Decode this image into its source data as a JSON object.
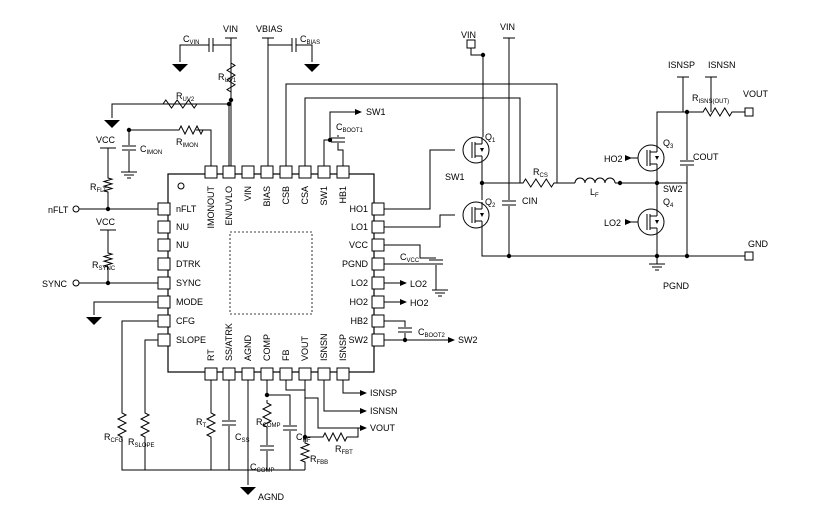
{
  "ic": {
    "top_pins": [
      "IMONOUT",
      "EN/UVLO",
      "VIN",
      "BIAS",
      "CSB",
      "CSA",
      "SW1",
      "HB1"
    ],
    "left_pins": [
      "nFLT",
      "NU",
      "NU",
      "DTRK",
      "SYNC",
      "MODE",
      "CFG",
      "SLOPE"
    ],
    "right_pins": [
      "HO1",
      "LO1",
      "VCC",
      "PGND",
      "LO2",
      "HO2",
      "HB2",
      "SW2"
    ],
    "bottom_pins": [
      "RT",
      "SS/ATRK",
      "AGND",
      "COMP",
      "FB",
      "VOUT",
      "ISNSN",
      "ISNSP"
    ]
  },
  "nets": {
    "vin_top": "VIN",
    "vbias_top": "VBIAS",
    "vcc_a": "VCC",
    "vcc_b": "VCC",
    "nflt": "nFLT",
    "sync": "SYNC",
    "sw1_arrow": "SW1",
    "lo2_arrow": "LO2",
    "ho2_arrow": "HO2",
    "sw2_arrow": "SW2",
    "isnsp_arrow": "ISNSP",
    "isnsn_arrow": "ISNSN",
    "vout_arrow": "VOUT",
    "agnd": "AGND",
    "vin_pwr_a": "VIN",
    "vin_pwr_b": "VIN",
    "isnsp_top": "ISNSP",
    "isnsn_top": "ISNSN",
    "vout_out": "VOUT",
    "sw1_node": "SW1",
    "sw2_node": "SW2",
    "ho2_q3": "HO2",
    "lo2_q4": "LO2",
    "gnd": "GND",
    "pgnd": "PGND"
  },
  "parts": {
    "c_vin": {
      "main": "C",
      "sub": "VIN"
    },
    "c_bias": {
      "main": "C",
      "sub": "BIAS"
    },
    "r_uv1": {
      "main": "R",
      "sub": "UV1"
    },
    "r_uv2": {
      "main": "R",
      "sub": "UV2"
    },
    "r_imon": {
      "main": "R",
      "sub": "IMON"
    },
    "c_imon": {
      "main": "C",
      "sub": "IMON"
    },
    "r_flt": {
      "main": "R",
      "sub": "FLT"
    },
    "r_sync": {
      "main": "R",
      "sub": "SYNC"
    },
    "c_boot1": {
      "main": "C",
      "sub": "BOOT1"
    },
    "c_vcc": {
      "main": "C",
      "sub": "VCC"
    },
    "c_boot2": {
      "main": "C",
      "sub": "BOOT2"
    },
    "r_cfg": {
      "main": "R",
      "sub": "CFG"
    },
    "r_slope": {
      "main": "R",
      "sub": "SLOPE"
    },
    "r_t": {
      "main": "R",
      "sub": "T"
    },
    "c_ss": {
      "main": "C",
      "sub": "SS"
    },
    "r_comp": {
      "main": "R",
      "sub": "COMP"
    },
    "c_comp": {
      "main": "C",
      "sub": "COMP"
    },
    "c_hf": {
      "main": "C",
      "sub": "HF"
    },
    "r_fbt": {
      "main": "R",
      "sub": "FBT"
    },
    "r_fbb": {
      "main": "R",
      "sub": "FBB"
    },
    "q1": {
      "main": "Q",
      "sub": "1"
    },
    "q2": {
      "main": "Q",
      "sub": "2"
    },
    "q3": {
      "main": "Q",
      "sub": "3"
    },
    "q4": {
      "main": "Q",
      "sub": "4"
    },
    "r_cs": {
      "main": "R",
      "sub": "CS"
    },
    "l_f": {
      "main": "L",
      "sub": "F"
    },
    "r_isns": {
      "main": "R",
      "sub": "ISNS(OUT)"
    },
    "cin": {
      "main": "CIN",
      "sub": ""
    },
    "cout": {
      "main": "COUT",
      "sub": ""
    }
  }
}
